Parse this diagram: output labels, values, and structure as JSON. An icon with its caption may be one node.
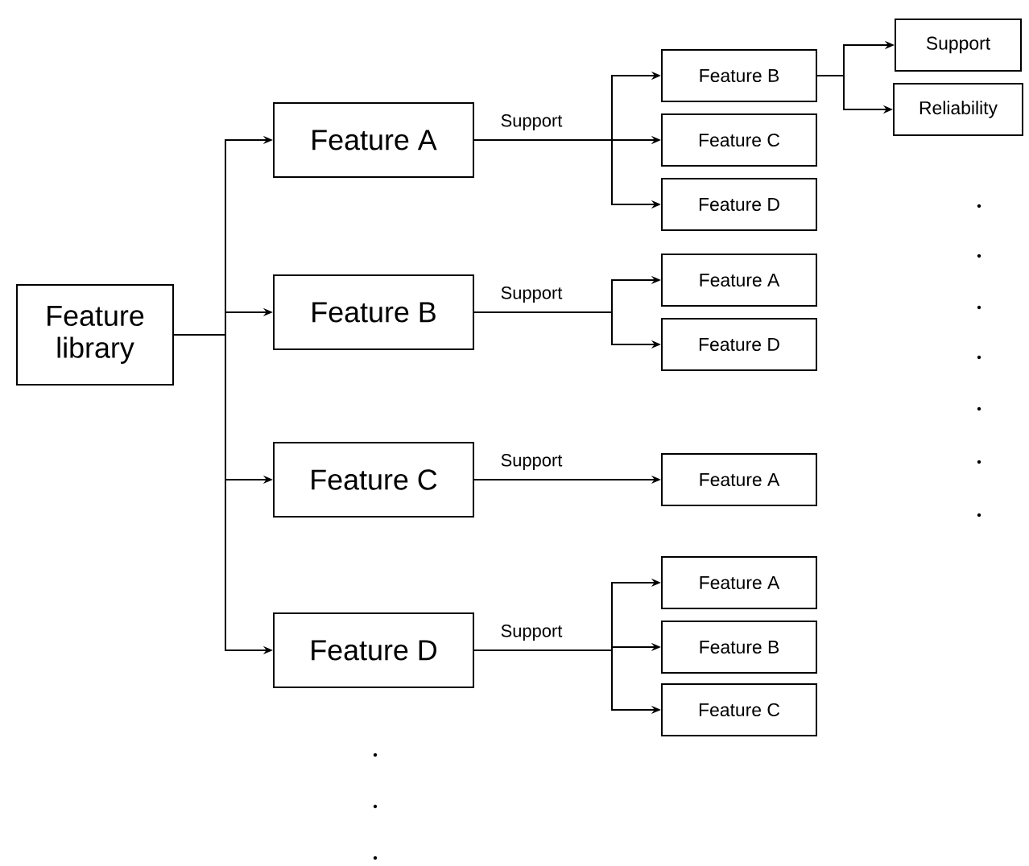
{
  "diagram": {
    "nodes": [
      {
        "text": [
          "Feature library"
        ]
      },
      {
        "text": [
          "Feature A"
        ]
      },
      {
        "text": [
          "Feature B"
        ]
      },
      {
        "text": [
          "Feature C"
        ]
      },
      {
        "text": [
          "Feature D"
        ]
      },
      {
        "text": [
          "Feature B"
        ]
      },
      {
        "text": [
          "Feature C"
        ]
      },
      {
        "text": [
          "Feature D"
        ]
      },
      {
        "text": [
          "Feature A"
        ]
      },
      {
        "text": [
          "Feature D"
        ]
      },
      {
        "text": [
          "Feature A"
        ]
      },
      {
        "text": [
          "Feature A"
        ]
      },
      {
        "text": [
          "Feature B"
        ]
      },
      {
        "text": [
          "Feature C"
        ]
      },
      {
        "text": [
          "Support"
        ]
      },
      {
        "text": [
          "Reliability"
        ]
      }
    ],
    "edges": [
      {
        "from": 0,
        "to": 1,
        "arrow": "to"
      },
      {
        "from": 0,
        "to": 2,
        "arrow": "to"
      },
      {
        "from": 0,
        "to": 3,
        "arrow": "to"
      },
      {
        "from": 0,
        "to": 4,
        "arrow": "to"
      },
      {
        "from": 1,
        "to": 5,
        "arrow": "to"
      },
      {
        "from": 1,
        "to": 6,
        "arrow": "to",
        "label": "Support"
      },
      {
        "from": 1,
        "to": 7,
        "arrow": "to"
      },
      {
        "from": 2,
        "to": 8,
        "arrow": "to",
        "label": "Support"
      },
      {
        "from": 2,
        "to": 9,
        "arrow": "to"
      },
      {
        "from": 3,
        "to": 10,
        "arrow": "to",
        "label": "Support"
      },
      {
        "from": 4,
        "to": 11,
        "arrow": "to"
      },
      {
        "from": 4,
        "to": 12,
        "arrow": "to",
        "label": "Support"
      },
      {
        "from": 4,
        "to": 13,
        "arrow": "to"
      },
      {
        "from": 5,
        "to": 14,
        "arrow": "to"
      },
      {
        "from": 5,
        "to": 15,
        "arrow": "to"
      }
    ]
  }
}
